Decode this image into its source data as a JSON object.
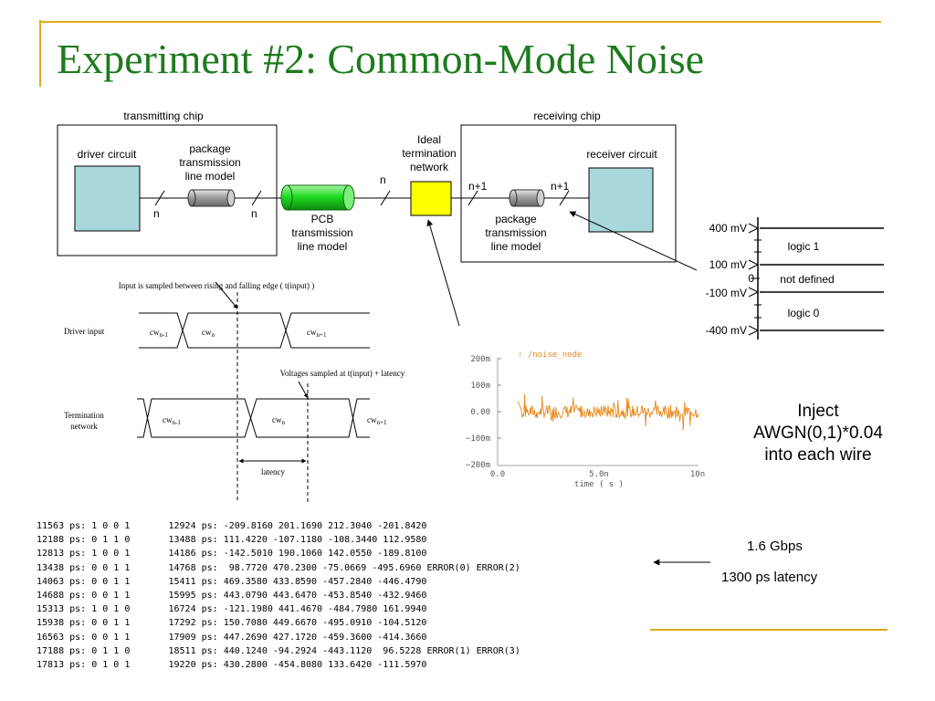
{
  "slide": {
    "title": "Experiment #2:  Common-Mode Noise"
  },
  "block_diagram": {
    "transmitting_chip": "transmitting chip",
    "receiving_chip": "receiving chip",
    "driver_circuit": "driver circuit",
    "receiver_circuit": "receiver circuit",
    "package_model_top": [
      "package",
      "transmission",
      "line model"
    ],
    "package_model_bottom": [
      "package",
      "transmission",
      "line model"
    ],
    "pcb_model": [
      "PCB",
      "transmission",
      "line model"
    ],
    "termination": [
      "Ideal",
      "termination",
      "network"
    ],
    "bus_n1": "n",
    "bus_n2": "n",
    "bus_n3": "n",
    "bus_np1_a": "n+1",
    "bus_np1_b": "n+1"
  },
  "timing_diagram": {
    "sample_note": "Input is sampled between rising and falling edge ( t(input) )",
    "latency_note": "Voltages sampled at t(input) + latency",
    "driver_label": "Driver input",
    "termination_label": [
      "Termination",
      "network"
    ],
    "cw_base": "cw",
    "sub_prev": "n-1",
    "sub_cur": "n",
    "sub_next": "n+1",
    "latency": "latency"
  },
  "noise_plot": {
    "legend": ": /noise_node",
    "y_ticks": [
      "200m",
      "100m",
      "0.00",
      "−100m",
      "−200m"
    ],
    "x_ticks": [
      "0.0",
      "5.0n",
      "10n"
    ],
    "xlabel": "time ( s )",
    "line_color": "#e8891c"
  },
  "levels": {
    "ticks": [
      "400 mV",
      "100 mV",
      "0",
      "-100 mV",
      "-400 mV"
    ],
    "regions": [
      "logic 1",
      "not defined",
      "logic 0"
    ]
  },
  "inject": [
    "Inject",
    "AWGN(0,1)*0.04",
    "into each wire"
  ],
  "rate": {
    "gbps": "1.6 Gbps",
    "latency": "1300 ps latency"
  },
  "log_lines": [
    "11563 ps: 1 0 0 1       12924 ps: -209.8160 201.1690 212.3040 -201.8420",
    "12188 ps: 0 1 1 0       13488 ps: 111.4220 -107.1180 -108.3440 112.9580",
    "12813 ps: 1 0 0 1       14186 ps: -142.5010 190.1060 142.0550 -189.8100",
    "13438 ps: 0 0 1 1       14768 ps:  98.7720 470.2300 -75.0669 -495.6960 ERROR(0) ERROR(2)",
    "14063 ps: 0 0 1 1       15411 ps: 469.3580 433.8590 -457.2840 -446.4790",
    "14688 ps: 0 0 1 1       15995 ps: 443.0790 443.6470 -453.8540 -432.9460",
    "15313 ps: 1 0 1 0       16724 ps: -121.1980 441.4670 -484.7980 161.9940",
    "15938 ps: 0 0 1 1       17292 ps: 150.7080 449.6670 -495.0910 -104.5120",
    "16563 ps: 0 0 1 1       17909 ps: 447.2690 427.1720 -459.3600 -414.3660",
    "17188 ps: 0 1 1 0       18511 ps: 440.1240 -94.2924 -443.1120  96.5228 ERROR(1) ERROR(3)",
    "17813 ps: 0 1 0 1       19220 ps: 430.2800 -454.8080 133.6420 -111.5970"
  ],
  "colors": {
    "title": "#1e7a1e",
    "accent_gold": "#e0a81c",
    "box_fill": "#a8d8dc",
    "pcb_green": "#22dd22",
    "termination_yellow": "#ffff00"
  }
}
